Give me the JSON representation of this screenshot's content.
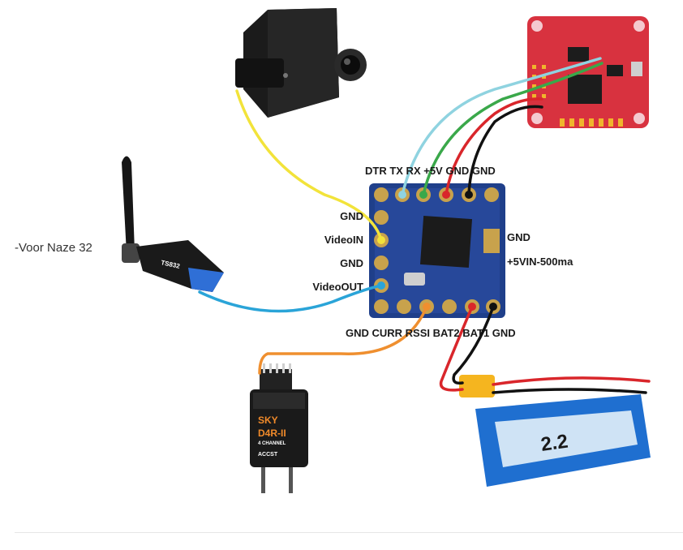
{
  "side_caption": "-Voor Naze 32",
  "board": {
    "top_labels": "DTR TX RX +5V GND GND",
    "bottom_labels": "GND CURR RSSI BAT2 BAT1 GND",
    "left_labels": [
      "GND",
      "VideoIN",
      "GND",
      "VideoOUT"
    ],
    "right_labels": [
      "GND",
      "+5VIN-500ma"
    ]
  },
  "transmitter": {
    "marking": "TS832"
  },
  "receiver": {
    "brand": "SKY",
    "model": "D4R-II",
    "sub": "4 CHANNEL",
    "mark": "ACCST"
  },
  "battery": {
    "capacity": "2.2"
  },
  "wire_colors": {
    "yellow": "#f2e33a",
    "light_blue": "#8fd3e0",
    "green": "#3aa84a",
    "red": "#d9262b",
    "black": "#111111",
    "blue": "#2aa4d8",
    "orange": "#ef8f2f"
  }
}
